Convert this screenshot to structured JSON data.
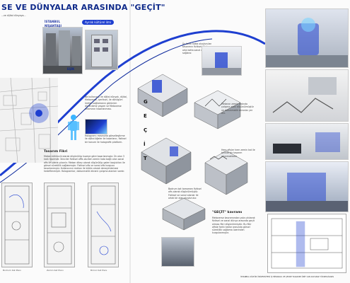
{
  "title": "SE VE DÜNYALAR ARASINDA \"GEÇİT\"",
  "city_labels": {
    "istanbul": "İSTANBUL",
    "nisantasi": "NİŞANTAŞI",
    "esik": "EŞİK"
  },
  "bubble_label": "Ayrılık kültürel ilmi",
  "intro_text": "...ve dijital dünyaya...",
  "left_texts": [
    "Ne kullanıcısı ile dijital dünyalı, dijital, Metaverse, içeriksel, ile dönüşüm üretim sağlamanın görünüm düzenleme yaşam ve Metaverse ortamının tasarlanması.",
    "Hologram: mevcutta görselleştirme ile dijital öğeler ile tasarlanır, fiziksel bir konum ile holografik platform."
  ],
  "design_heading": "Tasarım Fikri",
  "design_text": "Mekan bütüncül olarak düşünülüp kuzeye göre tasarlanmıştır. İlk olan 3 katlı hacimdir. İkinciler fiziksel offis olurken zemin kata bağlı olan sanal ofis ön plana çıkarılır. Mekan dikey olarak düşünülüp galeri boşlukları ile görsel süreklilik sağlanmıştır. Fiziksel ofis ve sanal ofis kurgusu tasarlanmıştır. Kullanıcının mekan ile bütün olarak deneyimlemesi hedeflenmiştir. Hologramlar, dokunmatik ekranlı çalışma alanları vardır.",
  "plan_captions": [
    "Bodrum Kat Planı",
    "Zemin Kat Planı",
    "Birinci Kat Planı"
  ],
  "gecit_letters": [
    "G",
    "E",
    "Ç",
    "İ",
    "T"
  ],
  "section_texts": [
    "Üç farklı katta oluşturulan tasarımın fiziksel, Metaverse ve orta katta sanal ofis deneyimi sağlanır.",
    "Mekanın zemin katında çalışma alanı düşünülmüştür ve dokunmatik ekranlar yer alır.",
    "Hem ofisler hem zemin kat ile birlikte bir tasarım okunmaktadır.",
    "Bodrum kat tamamen fiziksel ofis olarak düşünülmüştür. Fiziksel ve sanal alanlar ile ortak bir alan oluşturulur."
  ],
  "gecit_heading": "\"GEÇİT\" kavramı",
  "gecit_text": "Metaverse kavramından yola çıkılarak fiziksel ve sanal dünya arasında geçit olması fikri düşünülmüştür. Bu fikir ofiste farklı katlar arasında görsel süreklilik sağlama üzerinden kurgulanmıştır.",
  "footer": "İSTANBUL KÜLTÜR ÜNİVERSİTESİ  İÇ MİMARLIK VE ÇEVRE TASARIMI  ÜNİT CAN KAYGISIZ  YÜKSEKLİSANS",
  "colors": {
    "accent": "#1e3fd0",
    "title": "#0f2a8a",
    "dark": "#1a1a1a"
  }
}
